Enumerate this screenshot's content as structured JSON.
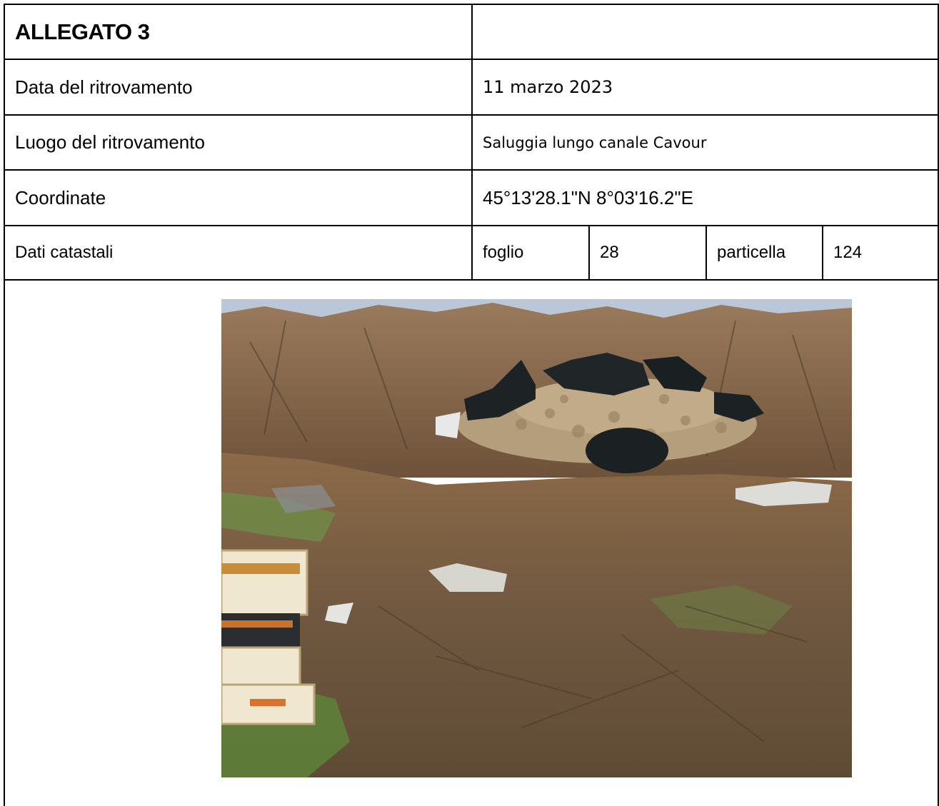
{
  "header": {
    "title": "ALLEGATO 3",
    "title_value": ""
  },
  "fields": {
    "data_label": "Data del ritrovamento",
    "data_value": "11 marzo 2023",
    "luogo_label": "Luogo del ritrovamento",
    "luogo_value": "Saluggia lungo canale Cavour",
    "coord_label": "Coordinate",
    "coord_value": "45°13'28.1\"N 8°03'16.2\"E",
    "catasto_label": "Dati catastali",
    "foglio_label": "foglio",
    "foglio_value": "28",
    "particella_label": "particella",
    "particella_value": "124"
  },
  "photo": {
    "subject": "dumped-waste-photo",
    "colors": {
      "sky": "#b9c7d6",
      "brush": "#8a6a4c",
      "ground": "#6f5a3e",
      "grass": "#6f8a47",
      "stones": "#b49e7c",
      "bags": "#1d2224",
      "crates": "#efe7cf"
    }
  }
}
